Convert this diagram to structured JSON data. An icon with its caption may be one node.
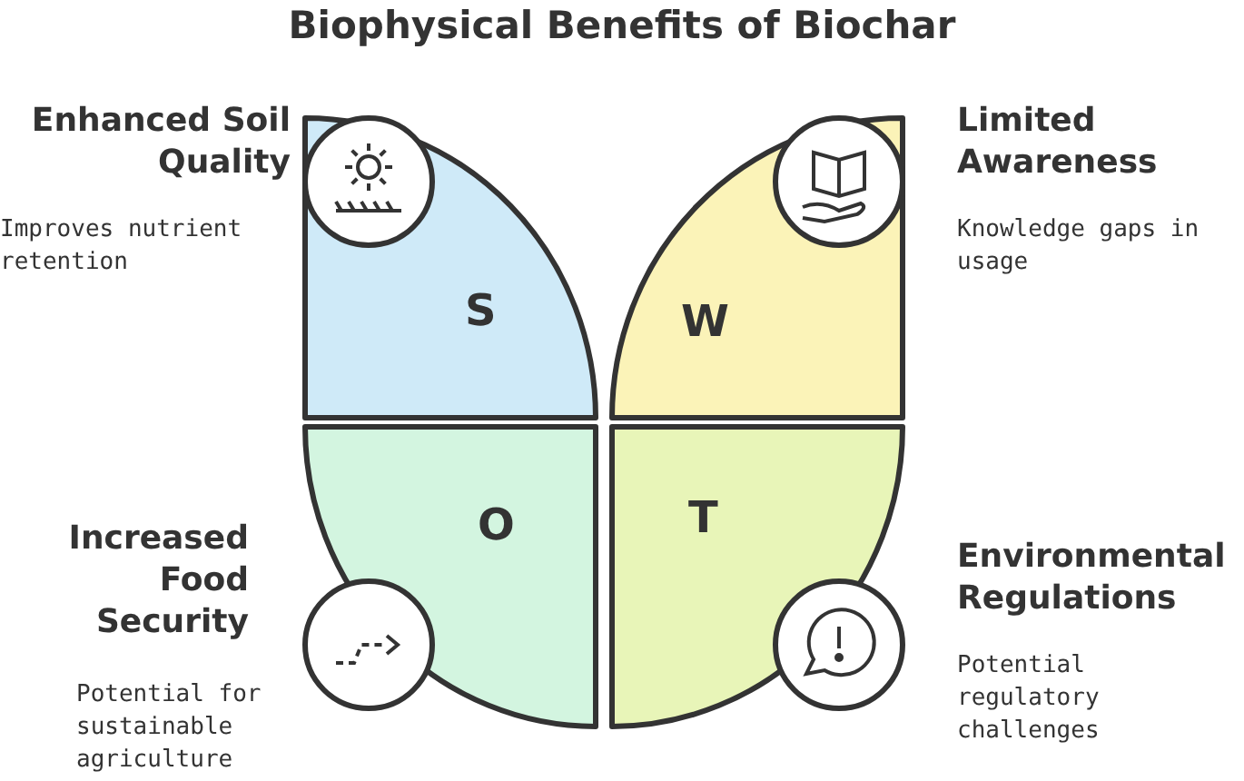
{
  "diagram": {
    "title": "Biophysical Benefits of Biochar",
    "nodes": [
      {
        "text": [
          "S"
        ],
        "beside": [
          "Enhanced Soil Quality",
          "Improves nutrient retention"
        ]
      },
      {
        "text": [
          "W"
        ],
        "beside": [
          "Limited Awareness",
          "Knowledge gaps in usage"
        ]
      },
      {
        "text": [
          "O"
        ],
        "beside": [
          "Increased Food Security",
          "Potential for sustainable agriculture"
        ]
      },
      {
        "text": [
          "T"
        ],
        "beside": [
          "Environmental Regulations",
          "Potential regulatory challenges"
        ]
      }
    ]
  }
}
